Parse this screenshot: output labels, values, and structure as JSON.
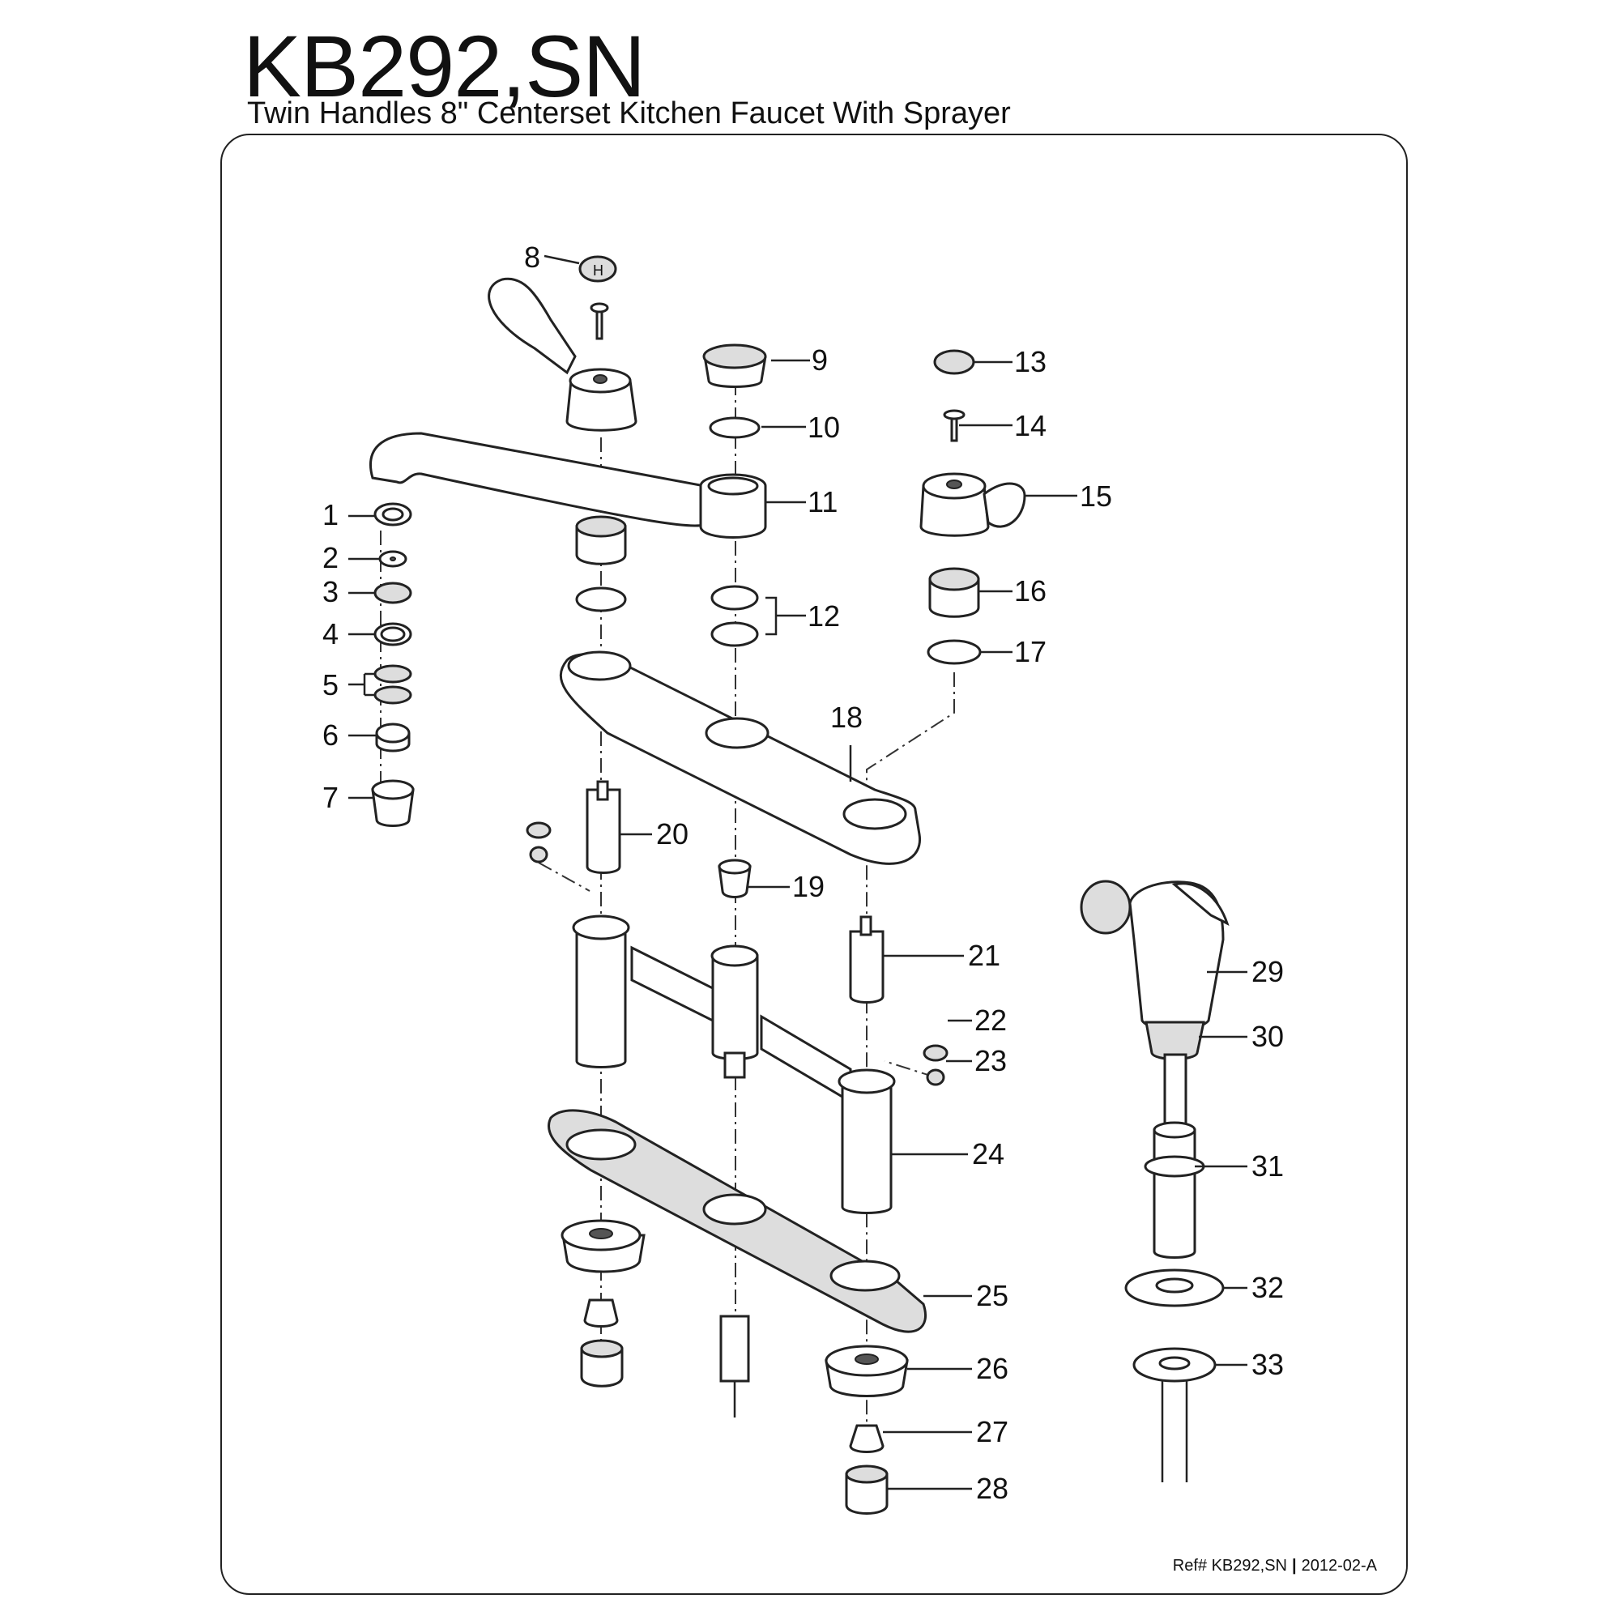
{
  "header": {
    "title": "KB292,SN",
    "subtitle": "Twin Handles 8\" Centerset Kitchen Faucet With Sprayer"
  },
  "footer": {
    "ref": "Ref# KB292,SN",
    "separator": "|",
    "revision": "2012-02-A"
  },
  "parts": [
    "1",
    "2",
    "3",
    "4",
    "5",
    "6",
    "7",
    "8",
    "9",
    "10",
    "11",
    "12",
    "13",
    "14",
    "15",
    "16",
    "17",
    "18",
    "19",
    "20",
    "21",
    "22",
    "23",
    "24",
    "25",
    "26",
    "27",
    "28",
    "29",
    "30",
    "31",
    "32",
    "33"
  ]
}
